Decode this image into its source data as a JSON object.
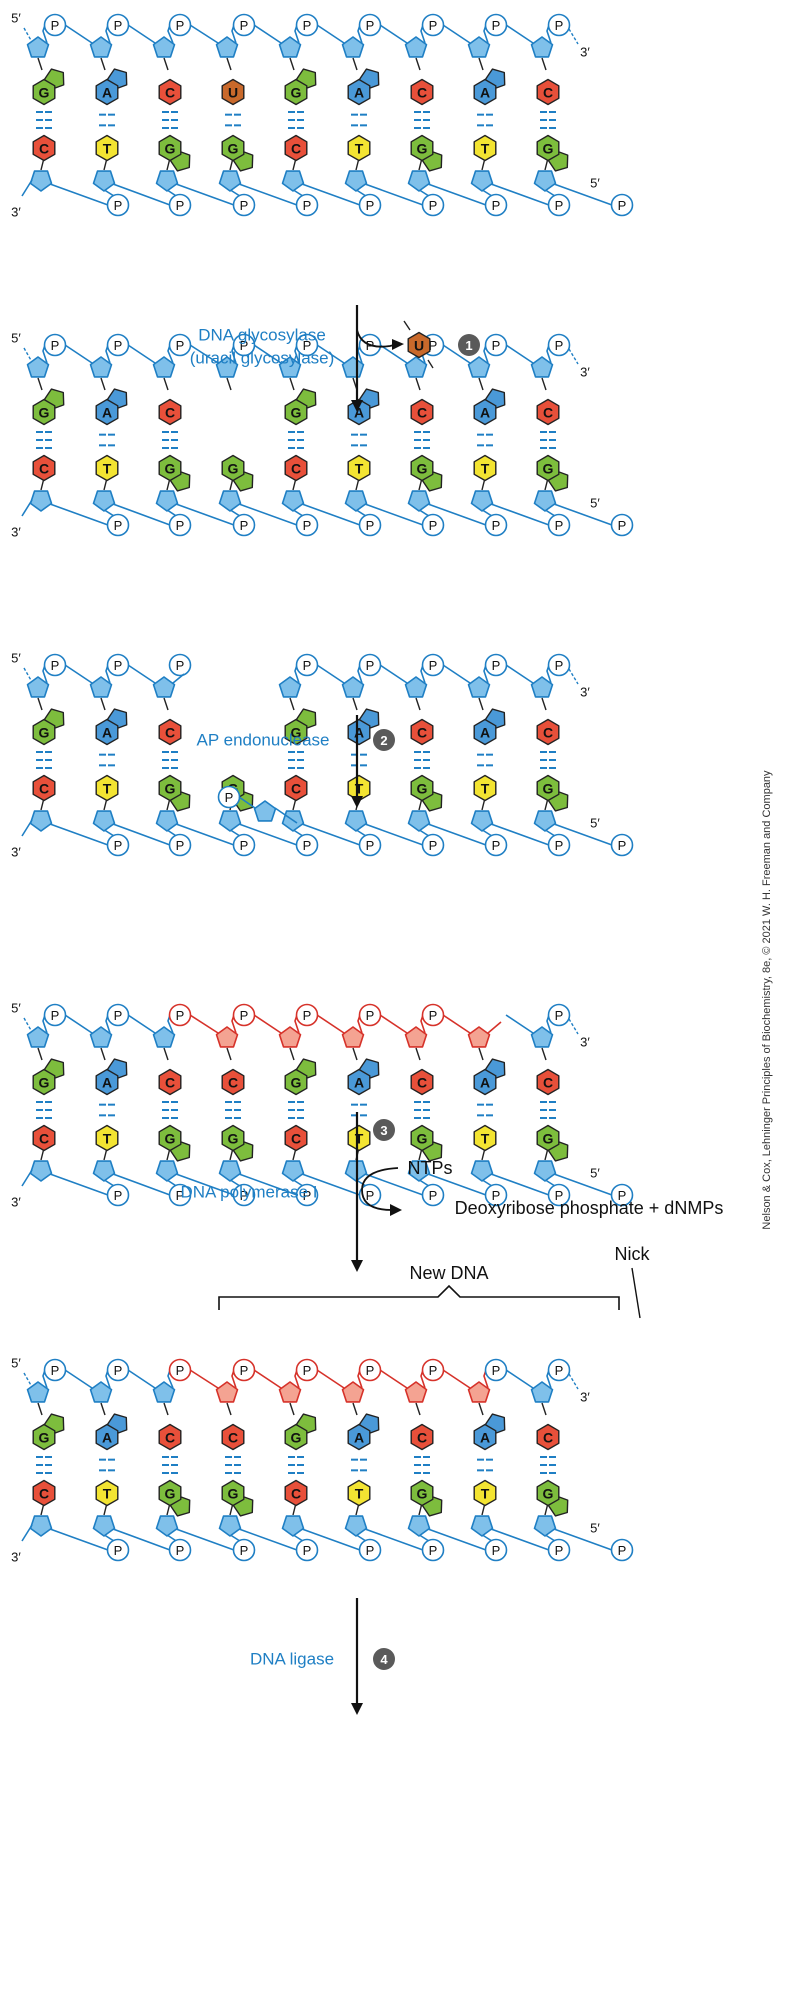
{
  "credit": "Nelson & Cox, Lehninger Principles of Biochemistry, 8e, © 2021 W. H. Freeman and Company",
  "colors": {
    "blue": "#1f7fc4",
    "sugar": "#7fc0ea",
    "red": "#d6322a",
    "new_sugar": "#f4a392",
    "G": "#7dbd3d",
    "C": "#e8503a",
    "A": "#4a99d8",
    "T": "#f3e432",
    "U": "#c9692b",
    "step_circle": "#5a5a5a"
  },
  "labels": {
    "five_prime": "5′",
    "three_prime": "3′",
    "phosphate": "P"
  },
  "panels": [
    {
      "name": "panel-original",
      "top_bases": [
        "G",
        "A",
        "C",
        "U",
        "G",
        "A",
        "C",
        "A",
        "C"
      ],
      "bottom_bases": [
        "C",
        "T",
        "G",
        "G",
        "C",
        "T",
        "G",
        "T",
        "G"
      ]
    },
    {
      "name": "panel-after-glycosylase",
      "top_bases": [
        "G",
        "A",
        "C",
        "",
        "G",
        "A",
        "C",
        "A",
        "C"
      ],
      "bottom_bases": [
        "C",
        "T",
        "G",
        "G",
        "C",
        "T",
        "G",
        "T",
        "G"
      ]
    },
    {
      "name": "panel-after-endonuclease",
      "top_bases": [
        "G",
        "A",
        "C",
        "",
        "G",
        "A",
        "C",
        "A",
        "C"
      ],
      "bottom_bases": [
        "C",
        "T",
        "G",
        "G",
        "C",
        "T",
        "G",
        "T",
        "G"
      ]
    },
    {
      "name": "panel-after-polymerase",
      "top_bases": [
        "G",
        "A",
        "C",
        "C",
        "G",
        "A",
        "C",
        "A",
        "C"
      ],
      "bottom_bases": [
        "C",
        "T",
        "G",
        "G",
        "C",
        "T",
        "G",
        "T",
        "G"
      ]
    },
    {
      "name": "panel-after-ligase",
      "top_bases": [
        "G",
        "A",
        "C",
        "C",
        "G",
        "A",
        "C",
        "A",
        "C"
      ],
      "bottom_bases": [
        "C",
        "T",
        "G",
        "G",
        "C",
        "T",
        "G",
        "T",
        "G"
      ]
    }
  ],
  "steps": [
    {
      "number": "1",
      "enzyme": "DNA glycosylase",
      "enzyme_line2": "(uracil glycosylase)",
      "released_base": "U"
    },
    {
      "number": "2",
      "enzyme": "AP endonuclease"
    },
    {
      "number": "3",
      "enzyme": "DNA polymerase I",
      "substrate": "NTPs",
      "products": "Deoxyribose phosphate + dNMPs"
    },
    {
      "number": "4",
      "enzyme": "DNA ligase"
    }
  ],
  "annotations": {
    "new_dna": "New DNA",
    "nick": "Nick"
  }
}
